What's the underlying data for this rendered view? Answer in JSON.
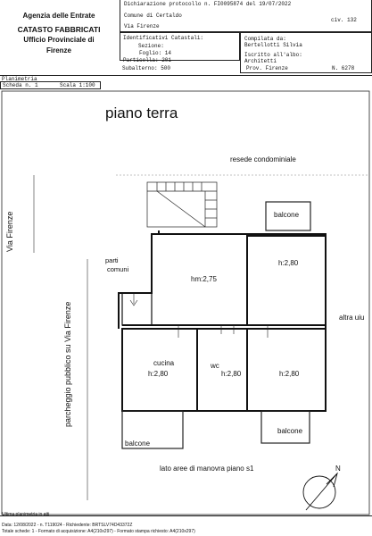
{
  "header": {
    "agency": "Agenzia delle Entrate",
    "cadastre": "CATASTO FABBRICATI",
    "office": "Ufficio Provinciale di",
    "city": "Firenze",
    "declaration": "Dichiarazione protocollo n. FI0095874 del 19/07/2022",
    "comune": "Comune di Certaldo",
    "via": "Via Firenze",
    "civ": "civ. 132",
    "identificativi_label": "Identificativi Catastali:",
    "sezione": "Sezione:",
    "foglio": "Foglio: 14",
    "particella": "Particella: 201",
    "subalterno": "Subalterno: 500",
    "compilata_label": "Compilata da:",
    "compilata_name": "Bertellotti Silvia",
    "iscritto": "Iscritto all'albo:",
    "albo": "Architetti",
    "prov": "Prov. Firenze",
    "numero": "N. 6278",
    "planimetria": "Planimetria",
    "scheda": "Scheda n. 1",
    "scala": "Scala 1:100"
  },
  "plan": {
    "title": "piano terra",
    "resede": "resede condominiale",
    "via_firenze": "Via Firenze",
    "balcone_top": "balcone",
    "parti": "parti",
    "comuni": "comuni",
    "hm_main": "hm:2,75",
    "h_top_right": "h:2,80",
    "altra_uiu": "altra uiu",
    "parcheggio": "parcheggio pubblico su Via Firenze",
    "cucina": "cucina",
    "h_cucina": "h:2,80",
    "wc": "wc",
    "h_wc": "h:2,80",
    "h_bottom_right": "h:2,80",
    "balcone_bottom_left": "balcone",
    "balcone_bottom_right": "balcone",
    "lato": "lato aree di manovra piano s1",
    "north": "N"
  },
  "footer": {
    "line1": "Ultima planimetria in atti",
    "line2": "Data: 12/08/2022 - n. T119024 - Richiedente: BRTSLV74D43372Z",
    "line3": "Totale schede: 1 - Formato di acquisizione: A4(210x297) - Formato stampa richiesto: A4(210x297)"
  }
}
